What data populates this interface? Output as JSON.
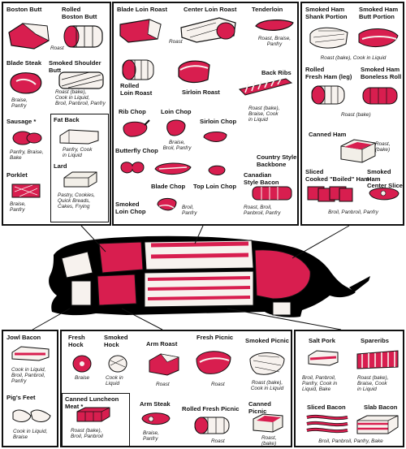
{
  "colors": {
    "meat": "#d81e4f",
    "fat": "#f7f2ee",
    "outline": "#111111",
    "pig": "#000000"
  },
  "left_top": {
    "boston_butt": "Boston Butt",
    "rolled_boston_butt": "Rolled\nBoston Butt",
    "roast": "Roast",
    "blade_steak": "Blade Steak",
    "blade_steak_use": "Braise,\nPanfry",
    "smoked_shoulder_butt": "Smoked Shoulder Butt",
    "smoked_shoulder_butt_use": "Roast (bake),\nCook in Liquid,\nBroil, Panbroil, Panfry",
    "sausage": "Sausage *",
    "sausage_use": "Panfry, Braise,\nBake",
    "porklet": "Porklet",
    "porklet_use": "Braise,\nPanfry",
    "fat_back": "Fat Back",
    "fat_back_use": "Panfry, Cook\nin Liquid",
    "lard": "Lard",
    "lard_use": "Pastry, Cookies,\nQuick Breads,\nCakes, Frying"
  },
  "loin": {
    "blade_loin_roast": "Blade Loin Roast",
    "center_loin_roast": "Center Loin Roast",
    "tenderloin": "Tenderloin",
    "tenderloin_use": "Roast, Braise,\nPanfry",
    "roast": "Roast",
    "rolled_loin_roast": "Rolled\nLoin Roast",
    "sirloin_roast": "Sirloin Roast",
    "back_ribs": "Back Ribs",
    "back_ribs_use": "Roast (bake),\nBraise, Cook\nin Liquid",
    "rib_chop": "Rib Chop",
    "loin_chop": "Loin Chop",
    "sirloin_chop": "Sirloin Chop",
    "butterfly_chop": "Butterfly Chop",
    "chops_use": "Braise,\nBroil, Panfry",
    "blade_chop": "Blade Chop",
    "top_loin_chop": "Top Loin Chop",
    "country_style_backbone": "Country Style\nBackbone",
    "canadian_style_bacon": "Canadian\nStyle Bacon",
    "canadian_style_bacon_use": "Roast, Broil,\nPanbroil, Panfry",
    "smoked_loin_chop": "Smoked\nLoin Chop",
    "smoked_loin_chop_use": "Broil,\nPanfry"
  },
  "ham": {
    "smoked_ham_shank": "Smoked Ham\nShank Portion",
    "smoked_ham_butt": "Smoked Ham\nButt Portion",
    "smoked_ham_use": "Roast (bake), Cook in Liquid",
    "rolled_fresh_ham": "Rolled\nFresh Ham (leg)",
    "smoked_ham_boneless": "Smoked Ham\nBoneless Roll",
    "ham_roast_use": "Roast (bake)",
    "canned_ham": "Canned Ham",
    "canned_ham_use": "Roast,\n(bake)",
    "sliced_cooked_ham": "Sliced\nCooked \"Boiled\" Ham",
    "smoked_ham_center": "Smoked Ham\nCenter Slice",
    "ham_slice_use": "Broil, Panbroil, Panfry"
  },
  "bottom_left": {
    "jowl_bacon": "Jowl Bacon",
    "jowl_bacon_use": "Cook in Liquid,\nBroil, Panbroil,\nPanfry",
    "pigs_feet": "Pig's Feet",
    "pigs_feet_use": "Cook in Liquid,\nBraise"
  },
  "picnic": {
    "fresh_hock": "Fresh\nHock",
    "fresh_hock_use": "Braise",
    "smoked_hock": "Smoked\nHock",
    "smoked_hock_use": "Cook in\nLiquid",
    "arm_roast": "Arm Roast",
    "arm_roast_use": "Roast",
    "fresh_picnic": "Fresh Picnic",
    "fresh_picnic_use": "Roast",
    "smoked_picnic": "Smoked Picnic",
    "smoked_picnic_use": "Roast (bake),\nCook in Liquid",
    "canned_luncheon_meat": "Canned Luncheon Meat *",
    "canned_luncheon_meat_use": "Roast (bake),\nBroil, Panbroil",
    "arm_steak": "Arm Steak",
    "arm_steak_use": "Braise,\nPanfry",
    "rolled_fresh_picnic": "Rolled Fresh Picnic",
    "rolled_fresh_picnic_use": "Roast",
    "canned_picnic": "Canned Picnic",
    "canned_picnic_use": "Roast,\n(bake)"
  },
  "belly": {
    "salt_pork": "Salt Pork",
    "salt_pork_use": "Broil, Panbroil,\nPanfry, Cook in\nLiquid, Bake",
    "spareribs": "Spareribs",
    "spareribs_use": "Roast (bake),\nBraise, Cook\nin Liquid",
    "sliced_bacon": "Sliced Bacon",
    "slab_bacon": "Slab Bacon",
    "bacon_use": "Broil, Panbroil, Panfry, Bake"
  }
}
